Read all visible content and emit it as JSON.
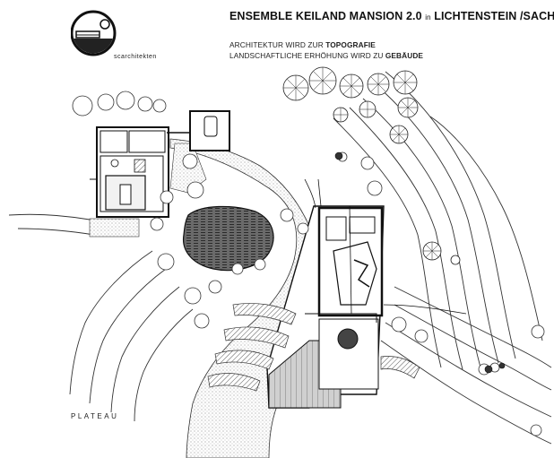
{
  "header": {
    "title_part1": "ENSEMBLE KEILAND MANSION 2.0",
    "title_small": "in",
    "title_part2": "LICHTENSTEIN /SACHSEN",
    "line1_prefix": "ARCHITEKTUR WIRD ZUR",
    "line1_bold": "TOPOGRAFIE",
    "line2_prefix": "LANDSCHAFTLICHE ERHÖHUNG WIRD ZU",
    "line2_bold": "GEBÄUDE"
  },
  "logo": {
    "caption": "scarchitekten",
    "icon": "logo-circle-house-icon"
  },
  "plan": {
    "label": "PLATEAU"
  },
  "colors": {
    "ink": "#111111",
    "gravel": "#c8c8c8",
    "pond": "#555555",
    "paper": "#ffffff"
  }
}
